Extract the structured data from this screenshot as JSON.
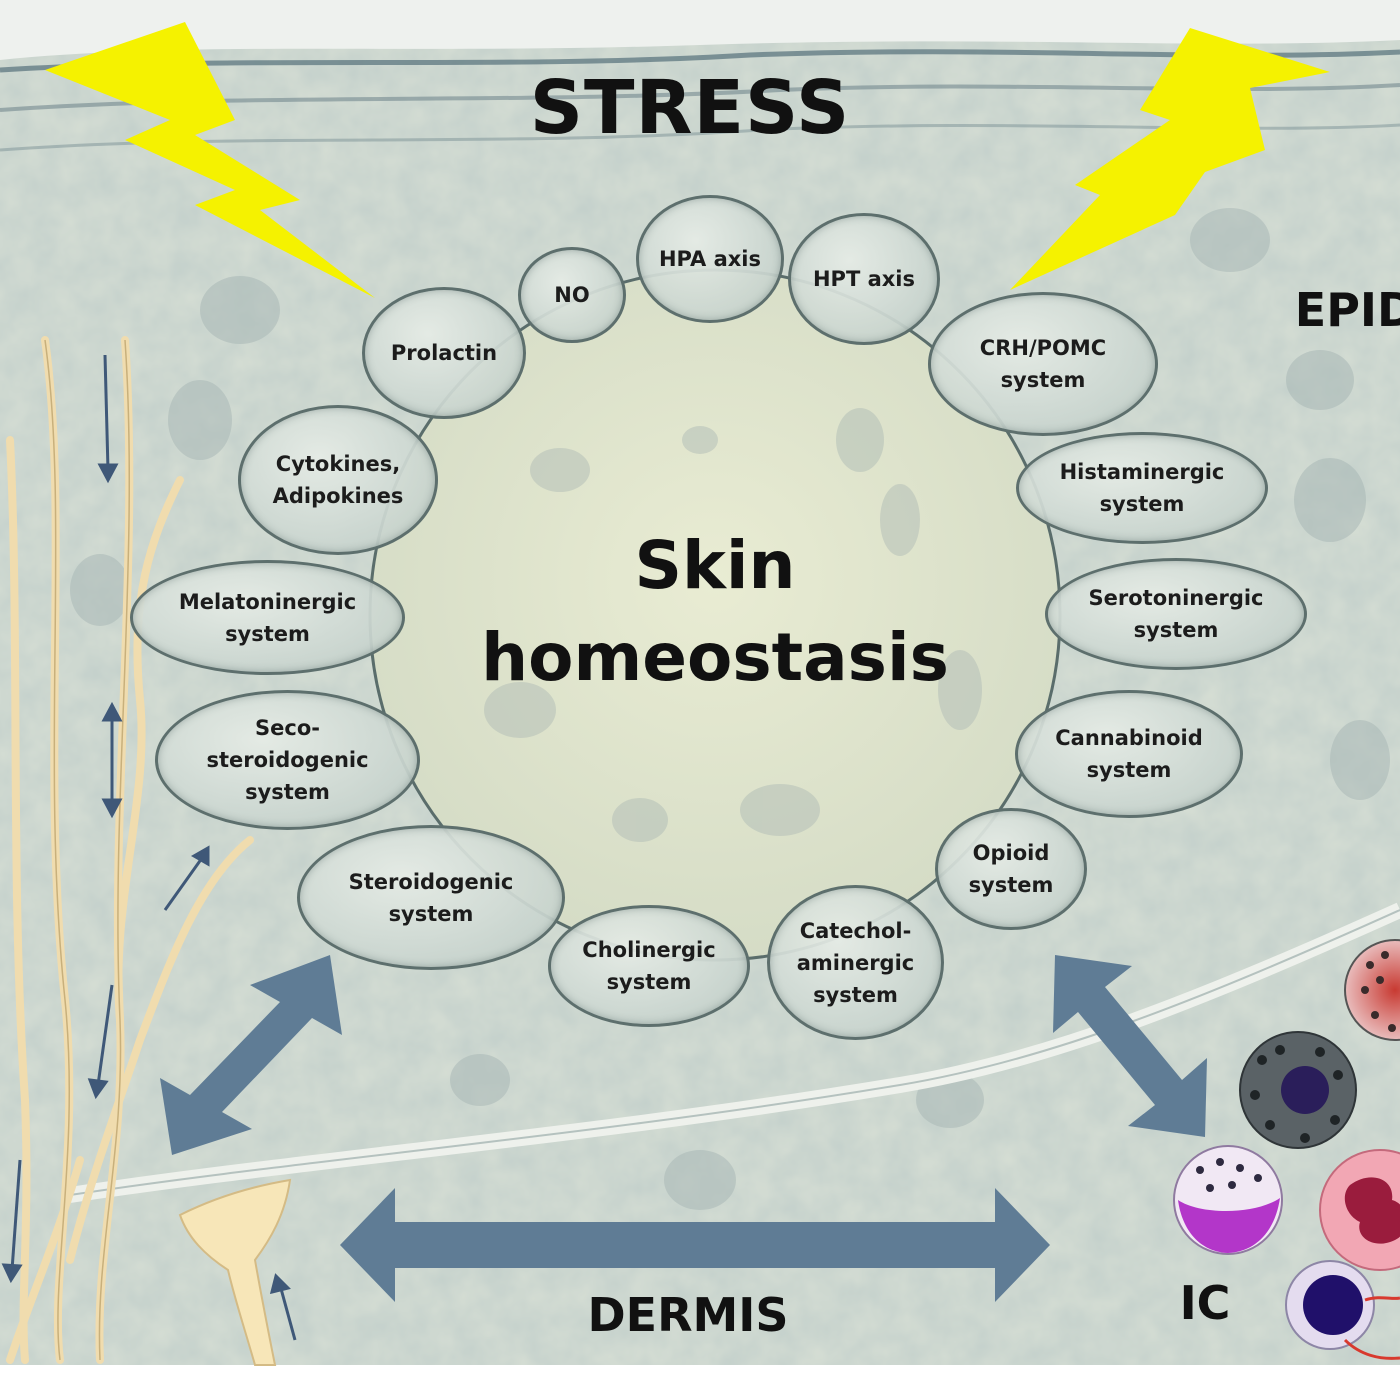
{
  "title": "STRESS",
  "center_label": "Skin\nhomeostasis",
  "region_labels": {
    "epidermis": "EPID",
    "dermis": "DERMIS",
    "immune_cells": "IC"
  },
  "systems": {
    "hpa_axis": "HPA axis",
    "hpt_axis": "HPT axis",
    "no": "NO",
    "prolactin": "Prolactin",
    "crh_pomc": "CRH/POMC\nsystem",
    "cytokines": "Cytokines,\nAdipokines",
    "histaminergic": "Histaminergic\nsystem",
    "melatoninergic": "Melatoninergic\nsystem",
    "serotoninergic": "Serotoninergic\nsystem",
    "secosteroidogenic": "Seco-\nsteroidogenic\nsystem",
    "cannabinoid": "Cannabinoid\nsystem",
    "opioid": "Opioid\nsystem",
    "steroidogenic": "Steroidogenic\nsystem",
    "cholinergic": "Cholinergic\nsystem",
    "catecholaminergic": "Catechol-\naminergic\nsystem"
  },
  "colors": {
    "lightning": "#f5f200",
    "arrow": "#5f7c95",
    "tissue": "#d9e1d4",
    "circle": "#e6ead2",
    "nerve": "#f1ddb0"
  }
}
